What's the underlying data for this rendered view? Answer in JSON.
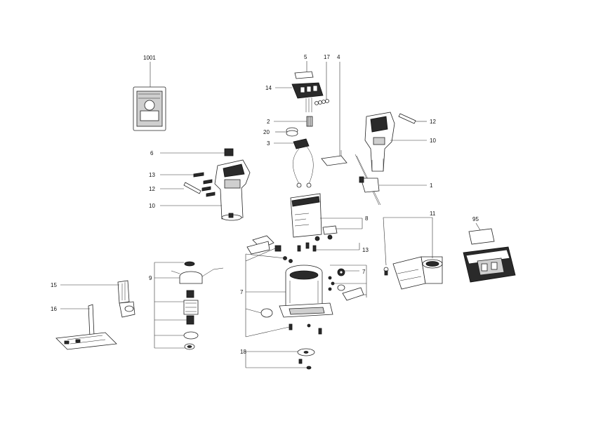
{
  "callouts": {
    "c1001": "1001",
    "c5": "5",
    "c17": "17",
    "c4": "4",
    "c14": "14",
    "c2": "2",
    "c20": "20",
    "c3": "3",
    "c12_right": "12",
    "c10_right": "10",
    "c1": "1",
    "c6": "6",
    "c13_left": "13",
    "c12_left": "12",
    "c10_left": "10",
    "c8": "8",
    "c13_mid": "13",
    "c11": "11",
    "c95": "95",
    "c9": "9",
    "c7_right": "7",
    "c7_left": "7",
    "c15": "15",
    "c16": "16",
    "c18": "18"
  }
}
